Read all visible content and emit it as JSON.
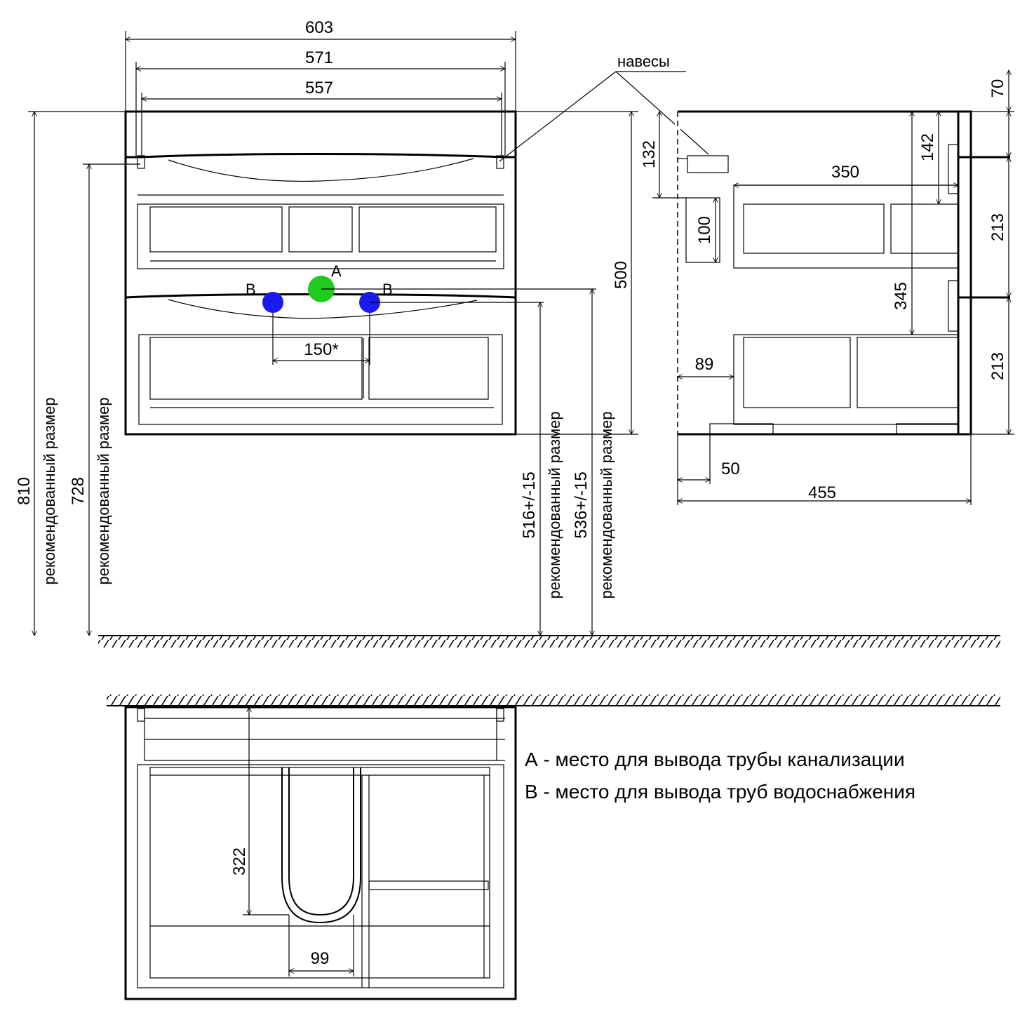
{
  "dimensions": {
    "total_width": "603",
    "inner_width": "571",
    "hinge_spacing": "557",
    "total_height": "810",
    "height_728": "728",
    "cabinet_height": "500",
    "height_516": "516+/-15",
    "height_536": "536+/-15",
    "supply_spacing": "150*",
    "depth_hinge": "132",
    "rail_100": "100",
    "drawer_depth": "350",
    "top_142": "142",
    "top_70": "70",
    "drawer_h_upper": "213",
    "drawer_h_lower": "213",
    "spacing_345": "345",
    "offset_89": "89",
    "leg_50": "50",
    "total_depth": "455",
    "siphon_322": "322",
    "siphon_99": "99"
  },
  "labels": {
    "hinges": "навесы",
    "recommended": "рекомендованный размер",
    "point_a": "A",
    "point_b": "B"
  },
  "legend": {
    "a": "А - место для вывода трубы канализации",
    "b": "В - место для вывода труб водоснабжения"
  },
  "colors": {
    "drain_point": "#1ecb1e",
    "supply_point": "#1a1aee",
    "line": "#000000"
  }
}
